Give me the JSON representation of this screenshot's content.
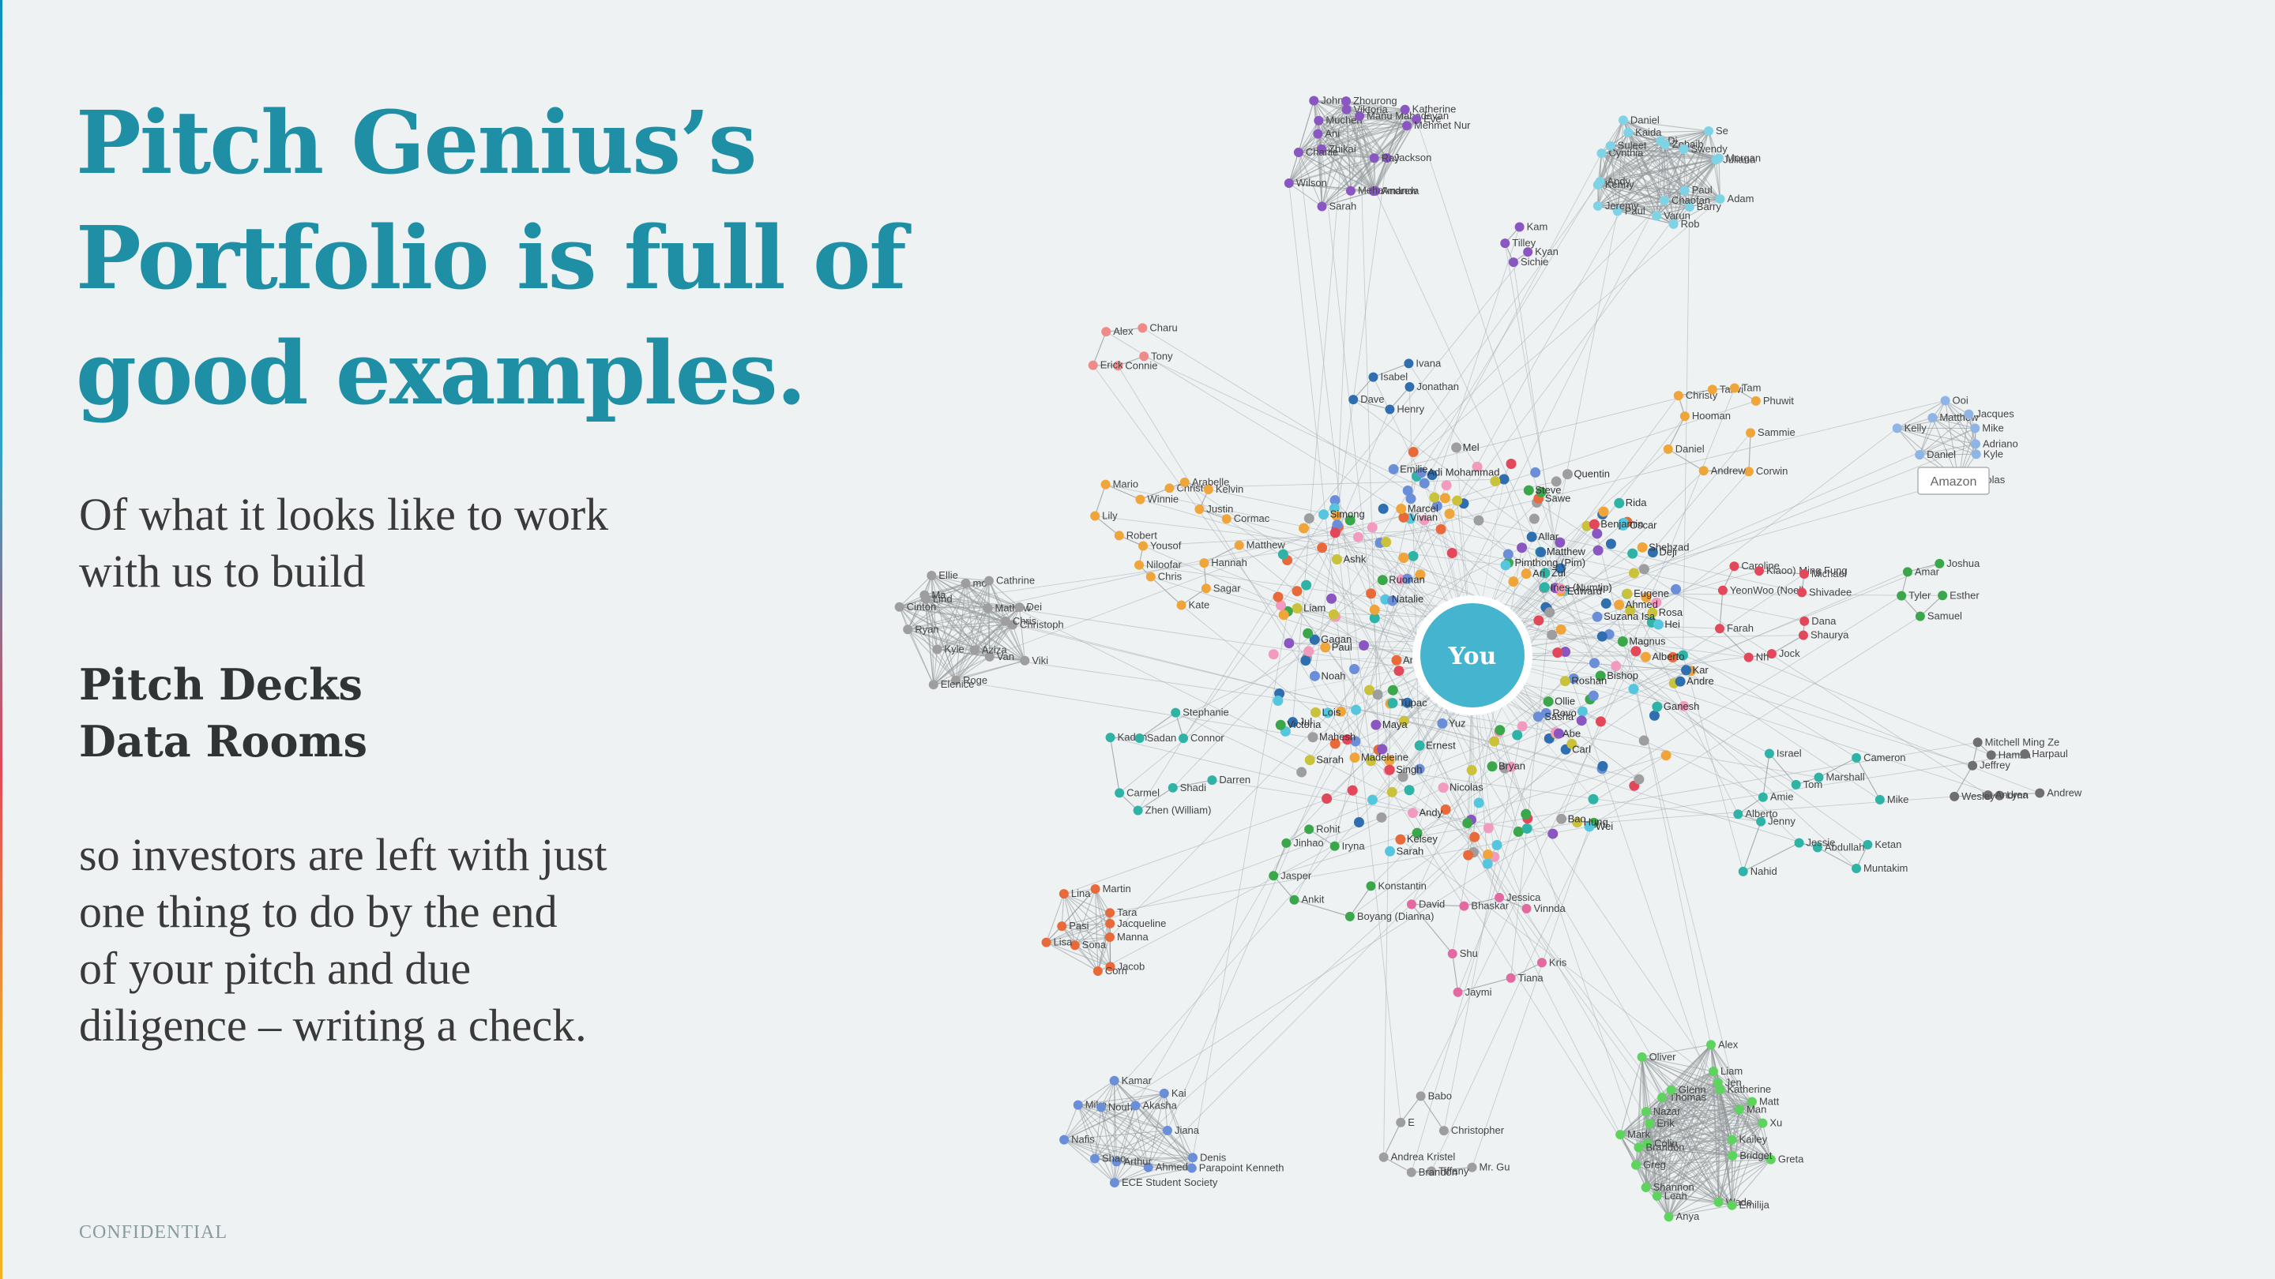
{
  "slide": {
    "headline": [
      "Pitch Genius’s",
      "Portfolio is full of",
      "good examples."
    ],
    "intro": [
      "Of what it looks like to work",
      "with us to build"
    ],
    "services": [
      "Pitch Decks",
      "Data Rooms"
    ],
    "closing": [
      "so investors are left with just",
      "one thing to do by the end",
      "of your pitch and due",
      "diligence – writing a check."
    ],
    "footer": "CONFIDENTIAL"
  },
  "network": {
    "center_label": "You",
    "callout_label": "Amazon",
    "clusters": [
      {
        "names": [
          "Jackson",
          "Ray",
          "Andrew",
          "Amanda",
          "Meha",
          "Sarah",
          "Wilson",
          "Zhikai",
          "Charlie",
          "Ani",
          "Muchen",
          "John",
          "Zhourong",
          "Viktoria",
          "Manu Mahadevan",
          "Katherine",
          "Eve",
          "Mehmet Nur"
        ]
      },
      {
        "names": [
          "Adam",
          "Paul",
          "Barry",
          "Rob",
          "Chaofan",
          "Varun",
          "Paul",
          "Jeremy",
          "Kenny",
          "Andy",
          "Cynthia",
          "Suleet",
          "Kaida",
          "Daniel",
          "Di",
          "Zohaib",
          "Swendy",
          "Se",
          "Morgan",
          "Juliana"
        ]
      },
      {
        "names": [
          "Kyan",
          "Sichie",
          "Tilley",
          "Kam"
        ]
      },
      {
        "names": [
          "Tony",
          "Connie",
          "Erick",
          "Alex",
          "Charu"
        ]
      },
      {
        "names": [
          "Jonathan",
          "Henry",
          "Dave",
          "Isabel",
          "Ivana"
        ]
      },
      {
        "names": [
          "Sammie",
          "Corwin",
          "Andrew",
          "Daniel",
          "Hooman",
          "Christy",
          "Tanvi",
          "Tam",
          "Phuwit"
        ]
      },
      {
        "names": [
          "Adriano",
          "Kyle",
          "Nicholas",
          "Daniel",
          "Kelly",
          "Matthew",
          "Ooi",
          "Jacques",
          "Mike"
        ]
      },
      {
        "names": [
          "Matthew",
          "Hannah",
          "Sagar",
          "Kate",
          "Chris",
          "Niloofar",
          "Yousof",
          "Robert",
          "Lily",
          "Mario",
          "Winnie",
          "Christel",
          "Arabelle",
          "Kelvin",
          "Justin",
          "Cormac"
        ]
      },
      {
        "names": [
          "Christoph",
          "Viki",
          "Van",
          "Aziza",
          "Roge",
          "Elenice",
          "Kyle",
          "Ryan",
          "Cinton",
          "Lind",
          "Ma",
          "Ellie",
          "mo",
          "Cathrine",
          "Mathew",
          "Dei",
          "Chris"
        ]
      },
      {
        "names": [
          "Darren",
          "Shadi",
          "Zhen (William)",
          "Carmel",
          "Kaden",
          "Sadan",
          "Stephanie",
          "Connor"
        ]
      },
      {
        "names": [
          "Esther",
          "Samuel",
          "Tyler",
          "Amar",
          "Joshua"
        ]
      },
      {
        "names": [
          "Dana",
          "Shaurya",
          "Jock",
          "Nh",
          "Farah",
          "YeonWoo (Noel)",
          "Caroline",
          "Kiaoo) Ming Fung",
          "Michael",
          "Shivadee"
        ]
      },
      {
        "names": [
          "Andrew",
          "Lynn",
          "Andrea",
          "Wesley",
          "Jeffrey",
          "Mitchell Ming Ze",
          "Hamza",
          "Harpaul"
        ]
      },
      {
        "names": [
          "Ketan",
          "Muntakim",
          "Abdullah",
          "Jessie",
          "Nahid",
          "Jenny",
          "Alberto",
          "Amie",
          "Israel",
          "Tom",
          "Marshall",
          "Cameron",
          "Mike"
        ]
      },
      {
        "names": [
          "Konstantin",
          "Boyang (Dianna)",
          "Ankit",
          "Jasper",
          "Jinhao",
          "Rohit",
          "Iryna"
        ]
      },
      {
        "names": [
          "Manna",
          "Jacob",
          "Corn",
          "Sona",
          "Lisa",
          "Pasi",
          "Lina",
          "Martin",
          "Tara",
          "Jacqueline"
        ]
      },
      {
        "names": [
          "Kris",
          "Tiana",
          "Jaymi",
          "Shu",
          "David",
          "Bhaskar",
          "Jessica",
          "Vinnda"
        ]
      },
      {
        "names": [
          "Denis",
          "Parapoint Kenneth",
          "Ahmed",
          "ECE Student Society",
          "Arthur",
          "Shao",
          "Nafis",
          "Mike",
          "Nouhr",
          "Kamar",
          "Akasha",
          "Kai",
          "Jiana"
        ]
      },
      {
        "names": [
          "Mr. Gu",
          "Tiffany",
          "Brandon",
          "Andrea Kristel",
          "E",
          "Babo",
          "Christopher"
        ]
      },
      {
        "names": [
          "Greta",
          "Kailey",
          "Bridget",
          "Wade",
          "Emilija",
          "Anya",
          "Leah",
          "Shannon",
          "Greg",
          "Colin",
          "Brandon",
          "Mark",
          "Erik",
          "Nazar",
          "Thomas",
          "Oliver",
          "Glenn",
          "Alex",
          "Jen",
          "Liam",
          "Katherine",
          "Matt",
          "Man",
          "Xu"
        ]
      }
    ],
    "core_names": [
      "Liam",
      "Pimthong (Pim)",
      "Ernest",
      "Paul",
      "Nicolas",
      "Gagan",
      "Ines (Numtip)",
      "Natalie",
      "Alberto",
      "Amoyd",
      "Bryan",
      "Emilie",
      "Maya",
      "Sarah",
      "Ahmed",
      "Bishop",
      "Deji",
      "Rovo",
      "Mahesh",
      "Abe",
      "Yuz",
      "Steve",
      "Oscar",
      "Mel",
      "Victoria",
      "Allar",
      "Edward",
      "Carl",
      "Ruonan",
      "Sarah",
      "Shehzad",
      "Rida",
      "Roshan",
      "Rosa",
      "Sasha",
      "Ganesh",
      "Bao",
      "Vivian",
      "Hung",
      "Sawe",
      "Madeleine",
      "Ashk",
      "Singh",
      "Matthew",
      "Benjamin",
      "Kelsey",
      "Suzana Isa",
      "Marcel",
      "Eugene",
      "Andy",
      "Simong",
      "Ari",
      "Quentin",
      "Adi Mohammad",
      "Wei",
      "Magnus",
      "Noah",
      "Andre",
      "Ollie",
      "Zul",
      "Hei",
      "Jul",
      "Kar",
      "Tupac",
      "Lois"
    ]
  },
  "colors": {
    "headline": "#1e8fa5",
    "hub": "#45b4cf",
    "edge_strip": [
      "#0d8fbd",
      "#2fa3c7",
      "#e2475a",
      "#f0b323"
    ]
  }
}
